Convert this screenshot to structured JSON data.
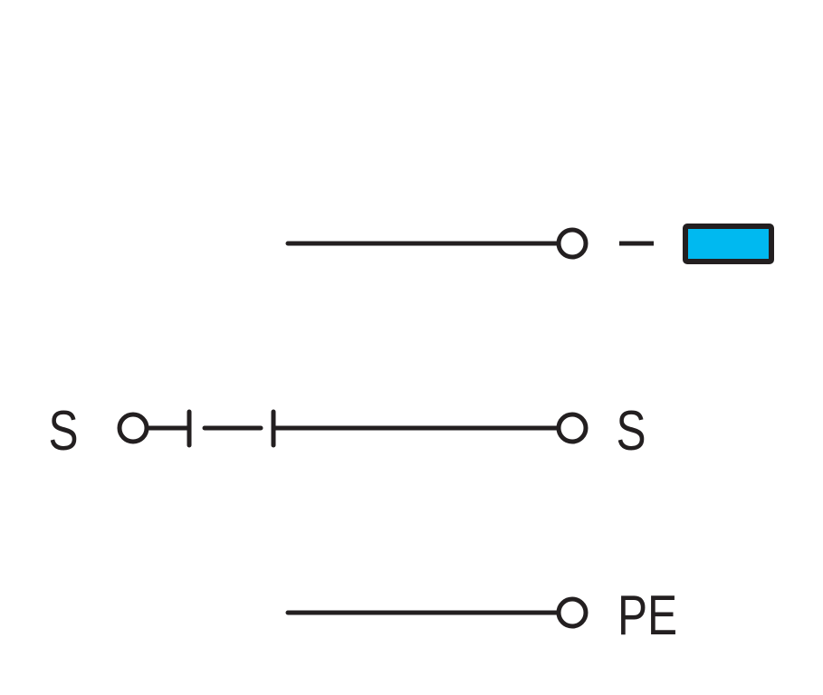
{
  "labels": {
    "minus": "–",
    "s_left": "S",
    "s_right": "S",
    "pe": "PE"
  },
  "colors": {
    "line": "#231f20",
    "fuse_fill": "#00b9f0"
  }
}
